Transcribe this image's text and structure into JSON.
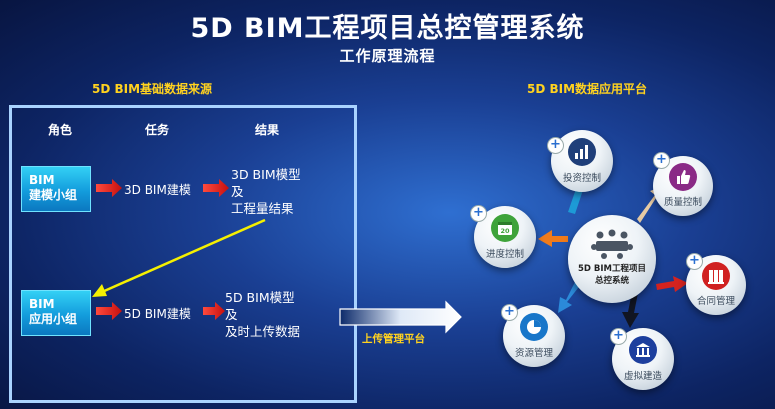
{
  "header": {
    "title": "5D BIM工程项目总控管理系统",
    "subtitle": "工作原理流程"
  },
  "left_section": {
    "heading": "5D BIM基础数据来源",
    "columns": [
      "角色",
      "任务",
      "结果"
    ],
    "rows": [
      {
        "role": "BIM\n建模小组",
        "task": "3D BIM建模",
        "result": [
          "3D BIM模型",
          "及",
          "工程量结果"
        ]
      },
      {
        "role": "BIM\n应用小组",
        "task": "5D BIM建模",
        "result": [
          "5D BIM模型",
          "及",
          "及时上传数据"
        ]
      }
    ]
  },
  "connector": {
    "label": "上传管理平台"
  },
  "right_section": {
    "heading": "5D BIM数据应用平台",
    "center": {
      "label_line1": "5D BIM工程项目",
      "label_line2": "总控系统"
    },
    "nodes": [
      {
        "id": "investment",
        "label": "投资控制",
        "icon": "bar-chart-icon",
        "color": "#1f3f7a"
      },
      {
        "id": "quality",
        "label": "质量控制",
        "icon": "thumbs-up-icon",
        "color": "#8a2a86"
      },
      {
        "id": "schedule",
        "label": "进度控制",
        "icon": "calendar-icon",
        "color": "#3ea33a",
        "icon_text": "20"
      },
      {
        "id": "contract",
        "label": "合同管理",
        "icon": "binders-icon",
        "color": "#d02121"
      },
      {
        "id": "resource",
        "label": "资源管理",
        "icon": "pie-chart-icon",
        "color": "#1876c9"
      },
      {
        "id": "virtual",
        "label": "虚拟建造",
        "icon": "bank-building-icon",
        "color": "#1d3f9e"
      }
    ],
    "plus_symbol": "+"
  },
  "colors": {
    "accent_yellow": "#ffd21f",
    "arrow_red": "#e3191e",
    "arrow_yellow": "#f5f000",
    "box_border": "#a9d3ff"
  }
}
